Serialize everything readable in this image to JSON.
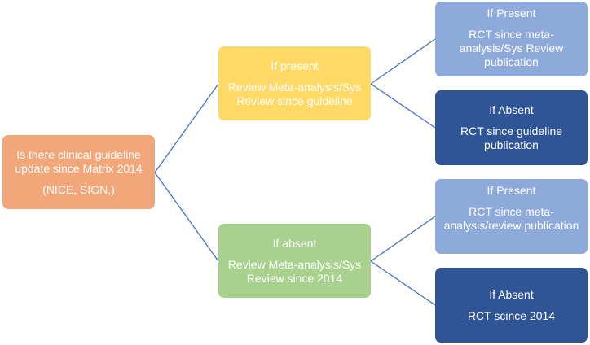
{
  "root": {
    "title": "Is there clinical guideline update since Matrix 2014",
    "subtitle": "(NICE, SIGN,)",
    "color": "#f2a77a"
  },
  "branches": [
    {
      "heading": "If present",
      "body": "Review Meta-analysis/Sys Review since guideline",
      "color": "#ffd966"
    },
    {
      "heading": "If absent",
      "body": "Review Meta-analysis/Sys Review since 2014",
      "color": "#a9d18e"
    }
  ],
  "leaves": [
    {
      "heading": "If Present",
      "body": "RCT since meta-analysis/Sys  Review publication",
      "color": "#8eaadb"
    },
    {
      "heading": "If Absent",
      "body": "RCT since guideline publication",
      "color": "#2f5597"
    },
    {
      "heading": "If Present",
      "body": "RCT since meta-analysis/review publication",
      "color": "#8eaadb"
    },
    {
      "heading": "If Absent",
      "body": "RCT scince 2014",
      "color": "#2f5597"
    }
  ],
  "connector_color": "#4472c4"
}
